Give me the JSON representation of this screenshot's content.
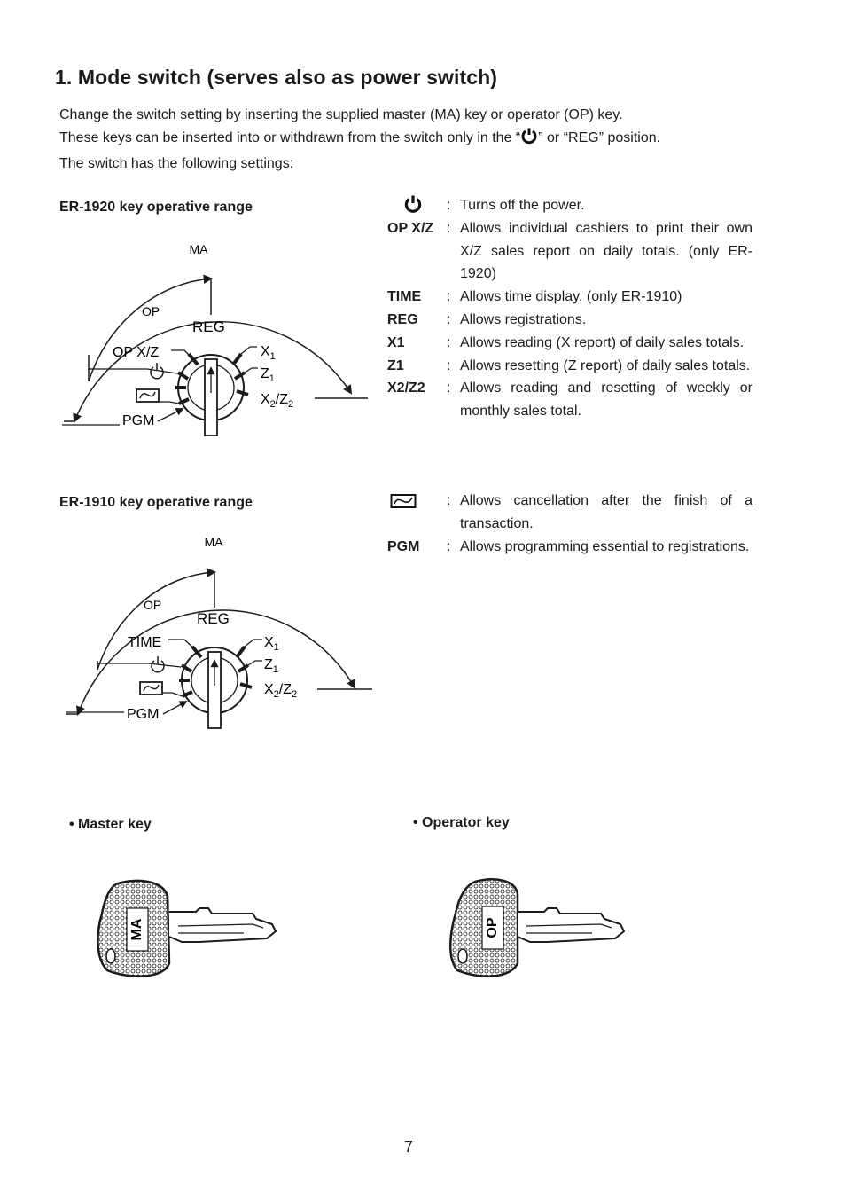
{
  "title": "1. Mode switch (serves also as power switch)",
  "intro": {
    "line1": "Change the switch setting by inserting the supplied master (MA) key or operator (OP) key.",
    "line2_pre": "These keys can be inserted into or withdrawn from the switch only in the “",
    "line2_post": "” or “REG” position.",
    "line3": "The switch has the following settings:"
  },
  "er1920": {
    "heading": "ER-1920 key operative range",
    "labels": {
      "ma": "MA",
      "op": "OP",
      "reg": "REG",
      "opxz": "OP X/Z",
      "x1": "X",
      "z1": "Z",
      "x2z2_x": "X",
      "x2z2_mid": "/Z",
      "sub1": "1",
      "sub2": "2",
      "pgm": "PGM"
    }
  },
  "er1910": {
    "heading": "ER-1910 key operative range",
    "labels": {
      "ma": "MA",
      "op": "OP",
      "reg": "REG",
      "time": "TIME",
      "x1": "X",
      "z1": "Z",
      "x2z2_x": "X",
      "x2z2_mid": "/Z",
      "sub1": "1",
      "sub2": "2",
      "pgm": "PGM"
    }
  },
  "settings": [
    {
      "term": "",
      "icon": "power-icon",
      "desc": "Turns off the power."
    },
    {
      "term": "OP X/Z",
      "desc": "Allows individual cashiers to print their own X/Z sales report on daily totals. (only ER-1920)"
    },
    {
      "term": "TIME",
      "desc": "Allows time display. (only ER-1910)"
    },
    {
      "term": "REG",
      "desc": "Allows registrations."
    },
    {
      "term": "X1",
      "desc": "Allows reading (X report) of daily sales totals."
    },
    {
      "term": "Z1",
      "desc": "Allows resetting (Z report) of daily sales totals."
    },
    {
      "term": "X2/Z2",
      "desc": "Allows reading and resetting of weekly or monthly sales total."
    },
    {
      "term": "",
      "icon": "void-mode-icon",
      "desc": "Allows cancellation after the finish of a transaction."
    },
    {
      "term": "PGM",
      "desc": "Allows programming essential to registrations."
    }
  ],
  "keys": {
    "master_label": "Master key",
    "master_text": "MA",
    "operator_label": "Operator key",
    "operator_text": "OP"
  },
  "page_number": "7"
}
